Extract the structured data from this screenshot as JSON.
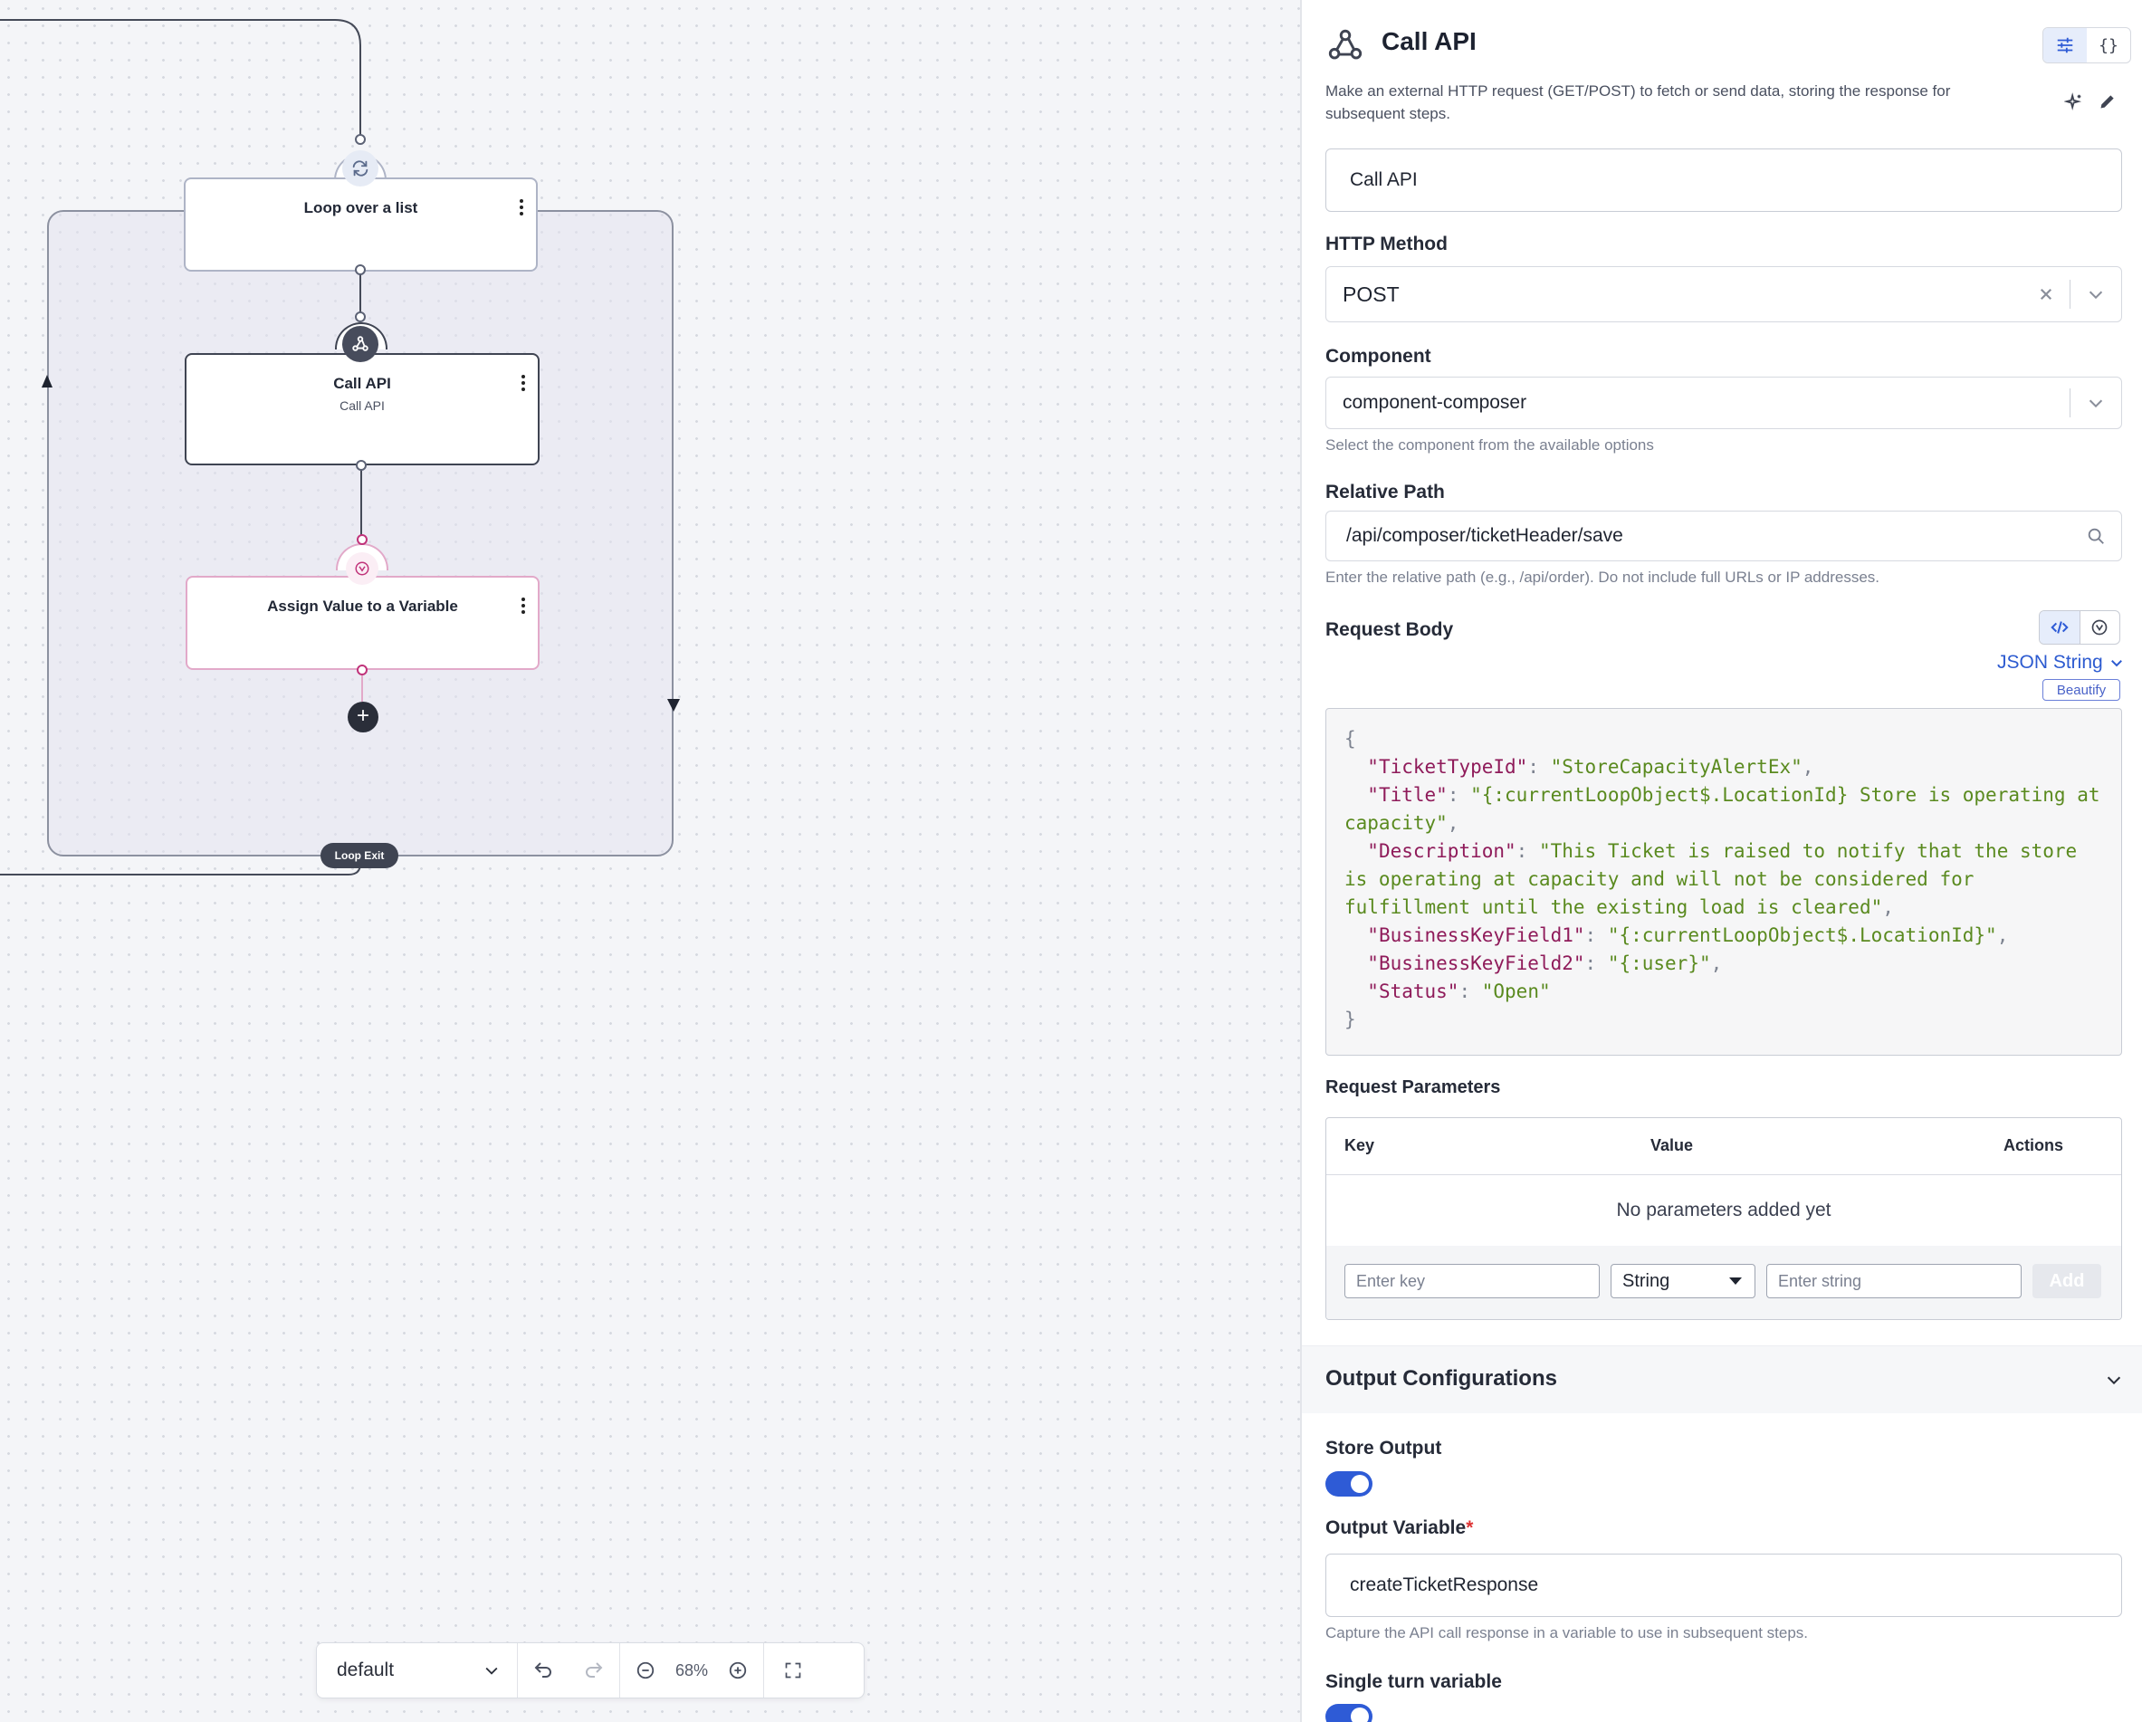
{
  "canvas": {
    "loop_node": {
      "title": "Loop over a list"
    },
    "call_api_node": {
      "title": "Call API",
      "subtitle": "Call API"
    },
    "assign_node": {
      "title": "Assign Value to a Variable"
    },
    "add_node_label": "+",
    "loop_exit_label": "Loop Exit",
    "toolbar": {
      "version_select": "default",
      "zoom_level": "68%"
    }
  },
  "panel": {
    "icon": "webhook-icon",
    "title": "Call API",
    "description": "Make an external HTTP request (GET/POST) to fetch or send data, storing the response for subsequent steps.",
    "name_value": "Call API",
    "http_method": {
      "label": "HTTP Method",
      "value": "POST"
    },
    "component": {
      "label": "Component",
      "value": "component-composer",
      "help": "Select the component from the available options"
    },
    "relative_path": {
      "label": "Relative Path",
      "value": "/api/composer/ticketHeader/save",
      "help": "Enter the relative path (e.g., /api/order). Do not include full URLs or IP addresses."
    },
    "request_body": {
      "label": "Request Body",
      "format": "JSON String",
      "beautify_label": "Beautify",
      "open_brace": "{",
      "close_brace": "}",
      "lines": [
        {
          "key": "\"TicketTypeId\"",
          "value": "\"StoreCapacityAlertEx\""
        },
        {
          "key": "\"Title\"",
          "value": "\"{:currentLoopObject$.LocationId} Store is operating at capacity\""
        },
        {
          "key": "\"Description\"",
          "value": "\"This Ticket is raised to notify that the store is operating at capacity and will not be considered for fulfillment until the existing load is cleared\""
        },
        {
          "key": "\"BusinessKeyField1\"",
          "value": "\"{:currentLoopObject$.LocationId}\""
        },
        {
          "key": "\"BusinessKeyField2\"",
          "value": "\"{:user}\""
        },
        {
          "key": "\"Status\"",
          "value": "\"Open\""
        }
      ]
    },
    "request_parameters": {
      "label": "Request Parameters",
      "columns": [
        "Key",
        "Value",
        "Actions"
      ],
      "empty_text": "No parameters added yet",
      "key_placeholder": "Enter key",
      "type_value": "String",
      "value_placeholder": "Enter string",
      "add_label": "Add"
    },
    "output_configurations": {
      "title": "Output Configurations",
      "store_output_label": "Store Output",
      "store_output_on": true,
      "output_variable_label": "Output Variable",
      "required_mark": "*",
      "output_variable_value": "createTicketResponse",
      "output_variable_help": "Capture the API call response in a variable to use in subsequent steps.",
      "single_turn_label": "Single turn variable",
      "single_turn_on": true
    }
  },
  "colors": {
    "accent": "#2e5bd6",
    "json_key": "#8f1b5a",
    "json_string": "#5a8a1f",
    "assign_node_border": "#e2a9c9"
  }
}
